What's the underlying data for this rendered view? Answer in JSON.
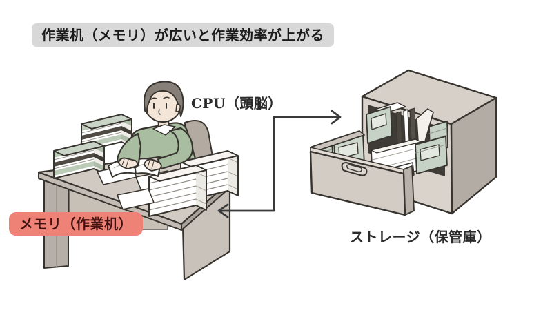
{
  "header": {
    "title": "作業机（メモリ）が広いと作業効率が上がる"
  },
  "diagram": {
    "cpu": {
      "label": "CPU（頭脳）"
    },
    "memory": {
      "label": "メモリ（作業机）"
    },
    "storage": {
      "label": "ストレージ（保管庫）"
    },
    "arrow": {
      "direction": "bidirectional-elbow",
      "color": "#3a3a3a"
    }
  },
  "colors": {
    "background": "#ffffff",
    "title_badge_bg": "#d8d8d8",
    "title_text": "#1b1b1b",
    "memory_badge_bg": "#ee8276",
    "memory_badge_text": "#431210",
    "label_text": "#2b2b2b",
    "outline": "#37332e",
    "desk_top": "#d0cac2",
    "desk_front": "#c3bcb4",
    "desk_side": "#aaa39b",
    "sweater_green": "#a9bda1",
    "book_green": "#bccab8",
    "hair": "#878078",
    "skin": "#f3e6d8",
    "chair": "#b3aaa1",
    "cabinet_top": "#d6d0c9",
    "cabinet_right": "#b3aca4",
    "cabinet_front": "#d9d3cc",
    "cabinet_cavity": "#3f3b36",
    "drawer_front": "#d3ccc5"
  }
}
